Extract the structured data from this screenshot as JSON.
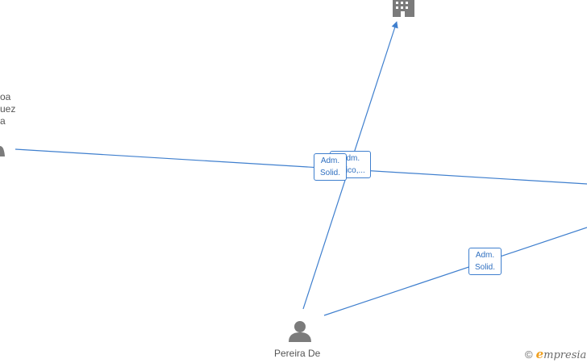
{
  "nodes": {
    "company_top": {
      "icon": "building-icon"
    },
    "person_left": {
      "icon": "person-icon",
      "label": "oa\nuez\na"
    },
    "person_bottom": {
      "icon": "person-icon",
      "label": "Pereira De"
    }
  },
  "edges": {
    "adm_solid_center": "Adm.\nSolid.",
    "adm_unico_center": "Adm.\nUnico,...",
    "adm_solid_right": "Adm.\nSolid."
  },
  "brand": {
    "copyright": "©",
    "name_initial": "e",
    "name_rest": "mpresia"
  },
  "colors": {
    "edge": "#3f7fce",
    "icon": "#7b7b7b",
    "label_text": "#555555",
    "brand_accent": "#f0a020"
  }
}
